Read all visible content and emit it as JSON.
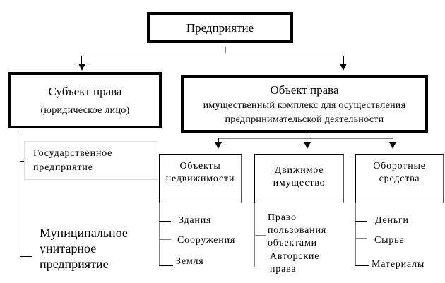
{
  "root": {
    "label": "Предприятие"
  },
  "subject": {
    "title": "Субъект права",
    "subtitle": "(юридическое лицо)",
    "children": [
      {
        "label_lines": [
          "Государственное",
          "предприятие"
        ]
      },
      {
        "label_lines": [
          "Муниципальное",
          "унитарное",
          "предприятие"
        ]
      }
    ]
  },
  "object": {
    "title": "Объект права",
    "description_lines": [
      "имущественный комплекс для осуществления",
      "предпринимательской деятельности"
    ],
    "categories": [
      {
        "label_lines": [
          "Объекты",
          "недвижимости"
        ],
        "items": [
          "Здания",
          "Сооружения",
          "Земля"
        ]
      },
      {
        "label_lines": [
          "Движимое",
          "имущество"
        ],
        "items": [
          "Право пользования объектами",
          "Авторские права"
        ],
        "item_lines": [
          [
            "Право",
            "пользования",
            "объектами"
          ],
          [
            "Авторские",
            "права"
          ]
        ]
      },
      {
        "label_lines": [
          "Оборотные",
          "средства"
        ],
        "items": [
          "Деньги",
          "Сырье",
          "Материалы"
        ]
      }
    ]
  }
}
